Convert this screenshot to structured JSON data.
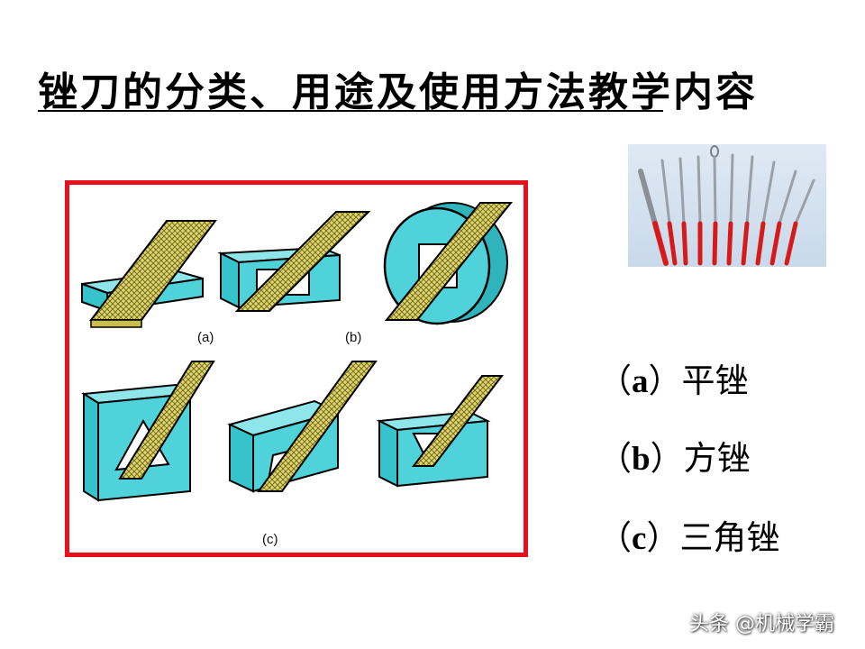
{
  "slide": {
    "title": "锉刀的分类、用途及使用方法教学内容",
    "figure": {
      "labels": [
        "(a)",
        "(b)",
        "(c)"
      ]
    },
    "legend": [
      {
        "open": "（",
        "letter": "a",
        "close": "）",
        "name": "平锉"
      },
      {
        "open": "（",
        "letter": "b",
        "close": "）",
        "name": "方锉"
      },
      {
        "open": "（",
        "letter": "c",
        "close": "）",
        "name": "三角锉"
      }
    ],
    "watermark": "头条 @机械学霸"
  },
  "colors": {
    "frame": "#e8101a",
    "workpiece": "#4fd2d9",
    "file": "#e0d56a",
    "file_mesh": "#6b6420"
  }
}
